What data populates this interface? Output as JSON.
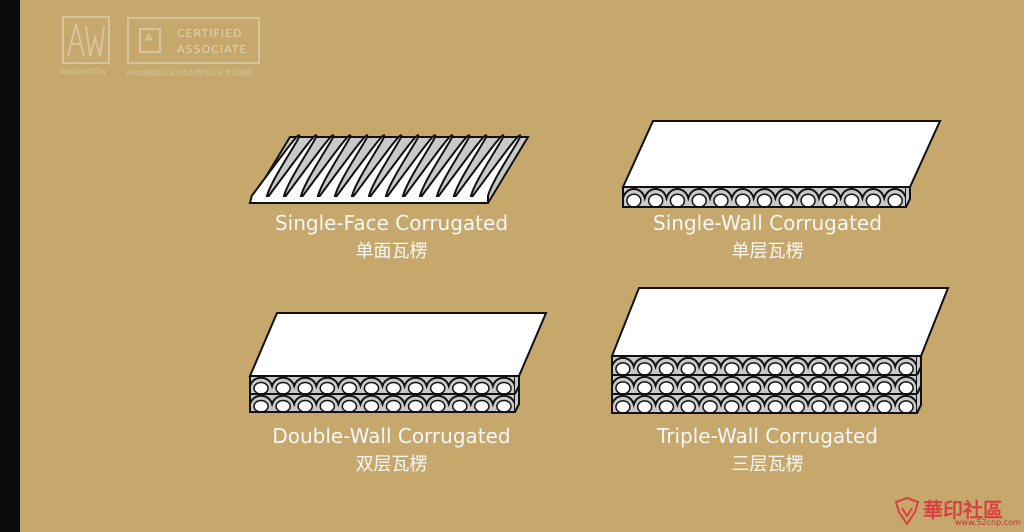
{
  "logos": {
    "aworkzon": "AWORKZON",
    "aca_line1": "CERTIFIED",
    "aca_line2": "ASSOCIATE",
    "aca_sub": "Adobe国际认证(ACA)官方认证学习教程"
  },
  "panels": [
    {
      "en": "Single-Face Corrugated",
      "zh": "单面瓦楞"
    },
    {
      "en": "Single-Wall Corrugated",
      "zh": "单层瓦楞"
    },
    {
      "en": "Double-Wall Corrugated",
      "zh": "双层瓦楞"
    },
    {
      "en": "Triple-Wall Corrugated",
      "zh": "三层瓦楞"
    }
  ],
  "watermark": {
    "text": "華印社區",
    "url": "www.52cnp.com"
  },
  "colors": {
    "background": "#c6a86c",
    "sheet": "#ffffff",
    "flute": "#c9c9c9",
    "stroke": "#111111"
  }
}
